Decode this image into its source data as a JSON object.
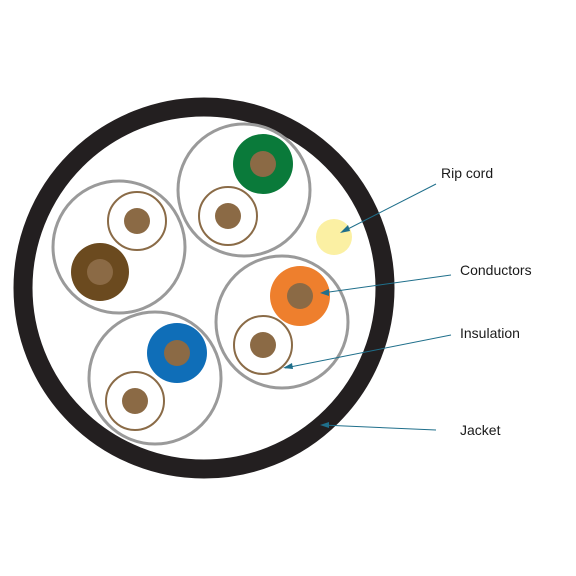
{
  "labels": {
    "rip_cord": "Rip cord",
    "conductors": "Conductors",
    "insulation": "Insulation",
    "jacket": "Jacket"
  },
  "colors": {
    "jacket": "#231f20",
    "pair_ring": "#9a9a9a",
    "conductor_core": "#8b6a45",
    "conductor_ring": "#8a6b47",
    "green": "#0a7a3a",
    "brown": "#6b4a1f",
    "blue": "#0f6eb8",
    "orange": "#ee7f2d",
    "rip_cord": "#fbf0a3",
    "leader_line": "#1f6f8b"
  },
  "pairs": [
    {
      "color_name": "green"
    },
    {
      "color_name": "brown"
    },
    {
      "color_name": "orange"
    },
    {
      "color_name": "blue"
    }
  ]
}
